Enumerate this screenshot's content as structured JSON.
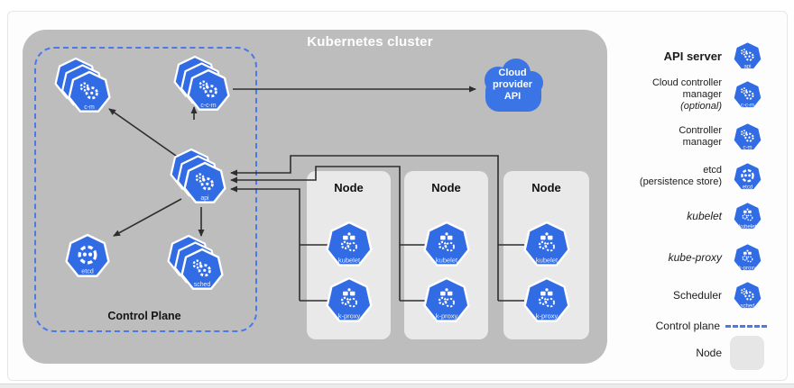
{
  "cluster": {
    "title": "Kubernetes cluster",
    "control_plane_label": "Control Plane"
  },
  "cloud": {
    "lines": [
      "Cloud",
      "provider",
      "API"
    ]
  },
  "nodes": [
    {
      "label": "Node"
    },
    {
      "label": "Node"
    },
    {
      "label": "Node"
    }
  ],
  "control_plane_components": [
    {
      "id": "controller-manager",
      "label": "c-m",
      "glyph": "gears",
      "stacked": true
    },
    {
      "id": "cloud-controller-manager",
      "label": "c-c-m",
      "glyph": "gears",
      "stacked": true
    },
    {
      "id": "api-server",
      "label": "api",
      "glyph": "gears",
      "stacked": true
    },
    {
      "id": "etcd",
      "label": "etcd",
      "glyph": "etcd",
      "stacked": false
    },
    {
      "id": "scheduler",
      "label": "sched",
      "glyph": "gears",
      "stacked": true
    }
  ],
  "node_components": [
    {
      "id": "kubelet",
      "label": "kubelet",
      "glyph": "wheel"
    },
    {
      "id": "kube-proxy",
      "label": "k-proxy",
      "glyph": "wheel"
    }
  ],
  "legend": {
    "items": [
      {
        "icon": "api-server",
        "icon_label": "api",
        "glyph": "gears",
        "style": "big",
        "lines": [
          {
            "text": "API server"
          }
        ]
      },
      {
        "icon": "cloud-controller-manager",
        "icon_label": "c-c-m",
        "glyph": "gears",
        "style": "multi",
        "lines": [
          {
            "text": "Cloud controller"
          },
          {
            "text": "manager"
          },
          {
            "text": "(optional)",
            "italic": true
          }
        ]
      },
      {
        "icon": "controller-manager",
        "icon_label": "c-m",
        "glyph": "gears",
        "style": "multi",
        "lines": [
          {
            "text": "Controller"
          },
          {
            "text": "manager"
          }
        ]
      },
      {
        "icon": "etcd",
        "icon_label": "etcd",
        "glyph": "etcd",
        "style": "multi",
        "lines": [
          {
            "text": "etcd"
          },
          {
            "text": "(persistence store)"
          }
        ]
      },
      {
        "icon": "kubelet",
        "icon_label": "kubelet",
        "glyph": "wheel",
        "style": "single",
        "lines": [
          {
            "text": "kubelet",
            "italic": true
          }
        ]
      },
      {
        "icon": "kube-proxy",
        "icon_label": "k-proxy",
        "glyph": "wheel",
        "style": "single",
        "lines": [
          {
            "text": "kube-proxy",
            "italic": true
          }
        ]
      },
      {
        "icon": "scheduler",
        "icon_label": "sched",
        "glyph": "gears",
        "style": "single",
        "lines": [
          {
            "text": "Scheduler"
          }
        ]
      },
      {
        "swatch": "control-plane-dash",
        "style": "single",
        "lines": [
          {
            "text": "Control plane"
          }
        ]
      },
      {
        "swatch": "node-box",
        "style": "single",
        "lines": [
          {
            "text": "Node"
          }
        ]
      }
    ]
  },
  "colors": {
    "kubernetes_blue": "#326ce5",
    "cloud_blue": "#3b74e4",
    "cluster_bg": "#bdbdbd",
    "node_bg": "#e9e9e9",
    "control_plane_dash": "#4b79e9",
    "arrow": "#2e2e2e"
  }
}
